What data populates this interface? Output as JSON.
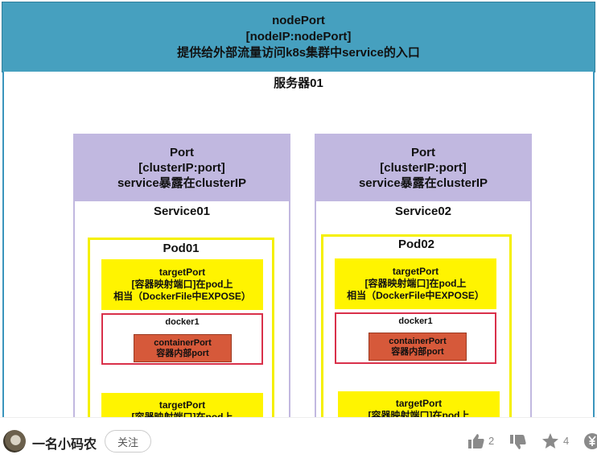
{
  "header": {
    "line1": "nodePort",
    "line2": "[nodeIP:nodePort]",
    "line3": "提供给外部流量访问k8s集群中service的入口"
  },
  "server": {
    "label": "服务器01"
  },
  "services": [
    {
      "header_line1": "Port",
      "header_line2": "[clusterIP:port]",
      "header_line3": "service暴露在clusterIP",
      "label": "Service01",
      "pod": {
        "label": "Pod01",
        "target_line1": "targetPort",
        "target_line2": "[容器映射端口]在pod上",
        "target_line3": "相当（DockerFile中EXPOSE）",
        "docker_label": "docker1",
        "container_line1": "containerPort",
        "container_line2": "容器内部port",
        "second_target_line1": "targetPort",
        "second_target_line2": "[容器映射端口]在pod上"
      }
    },
    {
      "header_line1": "Port",
      "header_line2": "[clusterIP:port]",
      "header_line3": "service暴露在clusterIP",
      "label": "Service02",
      "pod": {
        "label": "Pod02",
        "target_line1": "targetPort",
        "target_line2": "[容器映射端口]在pod上",
        "target_line3": "相当（DockerFile中EXPOSE）",
        "docker_label": "docker1",
        "container_line1": "containerPort",
        "container_line2": "容器内部port",
        "second_target_line1": "targetPort",
        "second_target_line2": "[容器映射端口]在pod上"
      }
    }
  ],
  "footer": {
    "author": "一名小码农",
    "follow_label": "关注",
    "like_count": "2",
    "star_count": "4",
    "icons": [
      "thumbs-up-icon",
      "thumbs-down-icon",
      "star-icon",
      "yen-icon"
    ]
  }
}
